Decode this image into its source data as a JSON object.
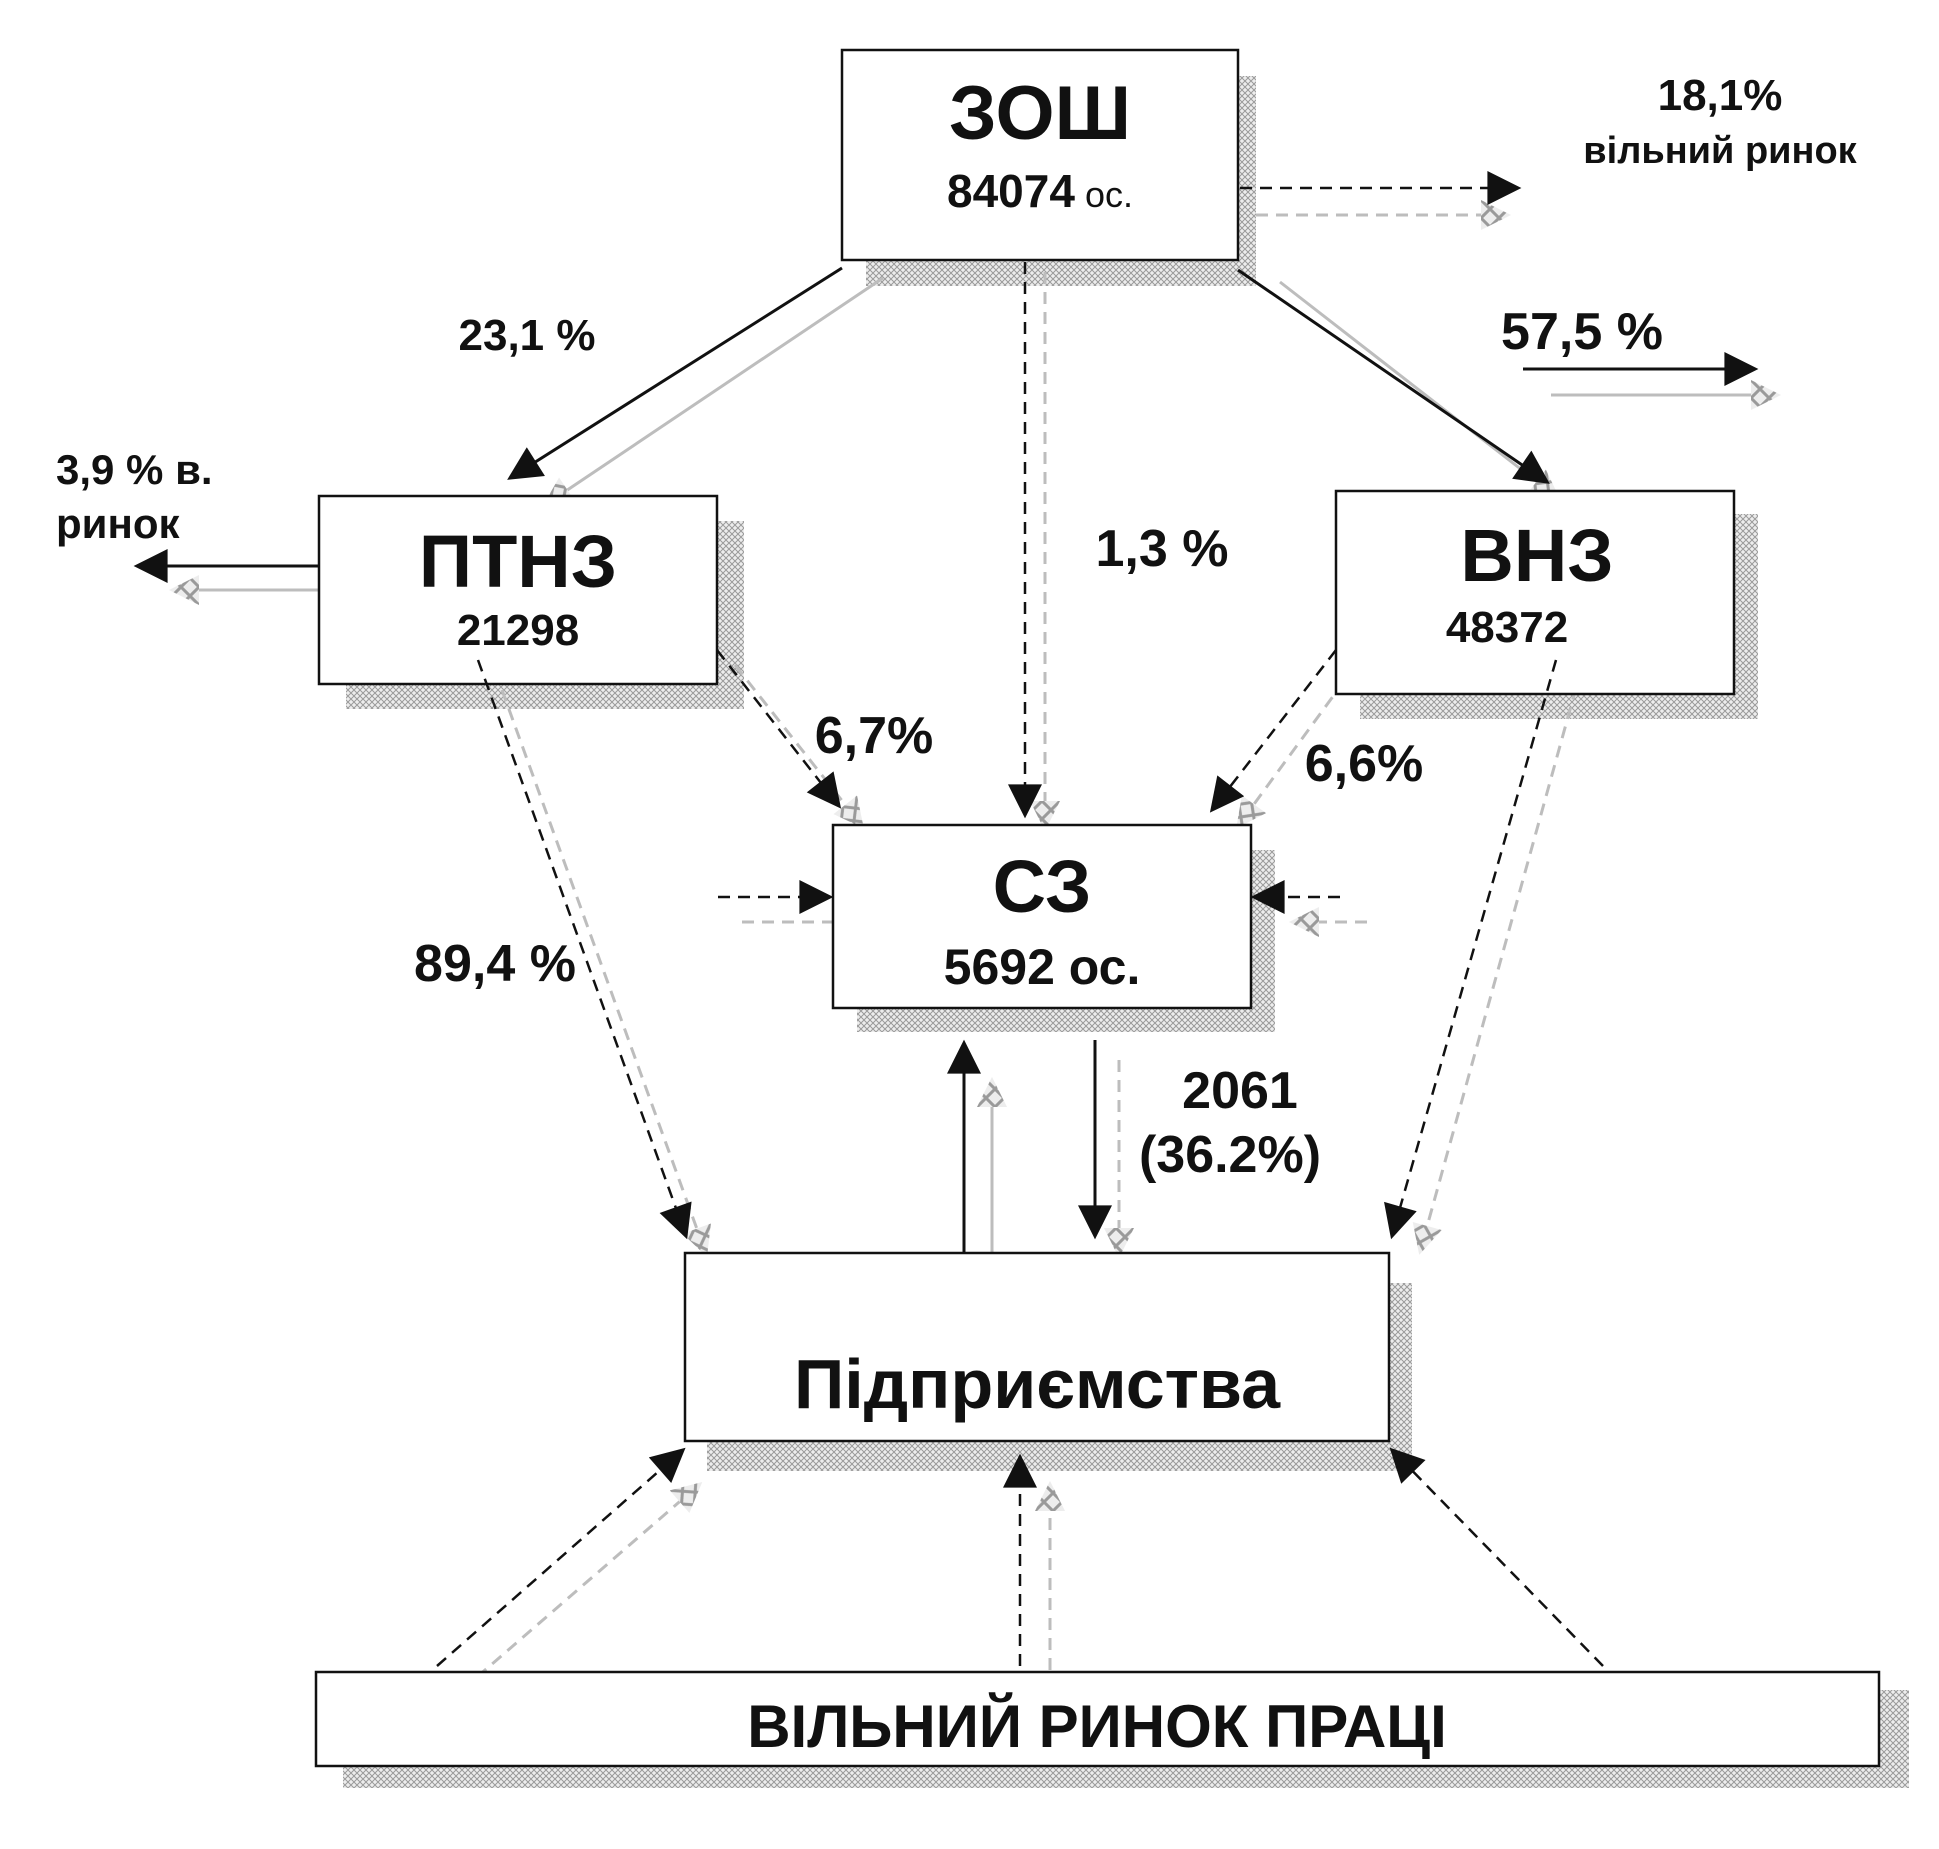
{
  "nodes": {
    "zosh": {
      "title": "ЗОШ",
      "value": "84074",
      "unit": "ос."
    },
    "ptnz": {
      "title": "ПТНЗ",
      "value": "21298"
    },
    "vnz": {
      "title": "ВНЗ",
      "value": "48372"
    },
    "sz": {
      "title": "СЗ",
      "value": "5692 ос."
    },
    "enterprises": {
      "title": "Підприємства"
    },
    "free_market": {
      "title": "ВІЛЬНИЙ РИНОК ПРАЦІ"
    }
  },
  "labels": {
    "zosh_free_market_pct": "18,1%",
    "zosh_free_market_text": "вільний  ринок",
    "zosh_to_ptnz": "23,1 %",
    "zosh_to_vnz": "57,5 %",
    "zosh_to_sz": "1,3 %",
    "ptnz_market_line1": "3,9 % в.",
    "ptnz_market_line2": "ринок",
    "ptnz_to_sz": "6,7%",
    "vnz_to_sz": "6,6%",
    "ptnz_to_enterprises": "89,4 %",
    "sz_to_enterprises_count": "2061",
    "sz_to_enterprises_pct": "(36.2%)"
  }
}
